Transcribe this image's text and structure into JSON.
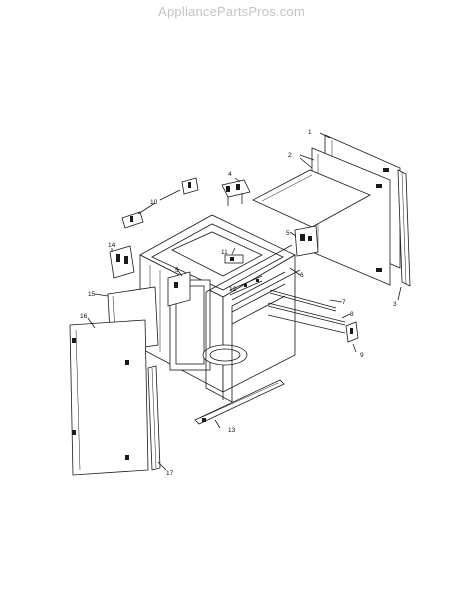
{
  "watermark": "AppliancePartsPros.com",
  "callouts": {
    "c1": "1",
    "c2": "2",
    "c3": "3",
    "c4": "4",
    "c5a": "5",
    "c5b": "5",
    "c6": "6",
    "c7": "7",
    "c8": "8",
    "c9": "9",
    "c10": "10",
    "c11": "11",
    "c12": "12",
    "c13": "13",
    "c14": "14",
    "c15": "15",
    "c16": "16",
    "c17": "17"
  }
}
